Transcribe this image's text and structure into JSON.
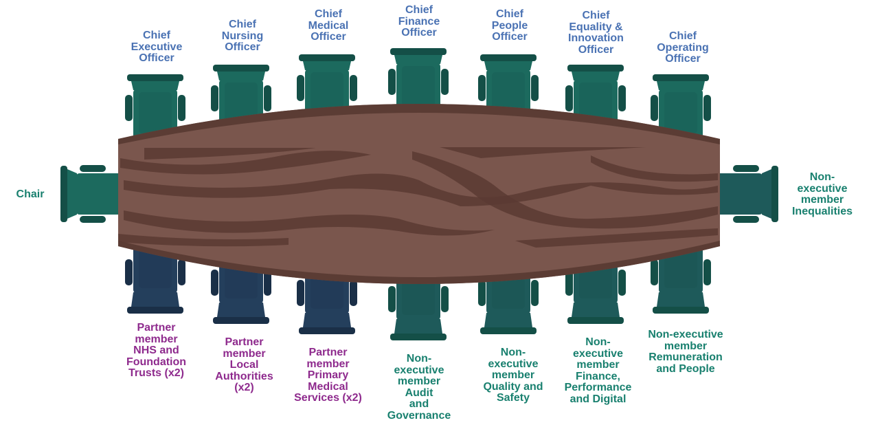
{
  "colors": {
    "table": "#7a564d",
    "table_edge": "#5b3c34",
    "table_grain": "#5a3a33",
    "chair_green": "#1c6a5e",
    "chair_green_dark": "#144f47",
    "chair_teal": "#1e5a5a",
    "chair_navy": "#243f5c",
    "chair_navy_dark": "#1a2f47",
    "label_blue": "#4a72b3",
    "label_purple": "#8e2a8d",
    "label_green": "#19806f"
  },
  "chair_icon": "office-chair-icon",
  "table_icon": "boardroom-table-icon",
  "chair_label": "Chair",
  "top_seats": [
    {
      "label": "Chief\nExecutive\nOfficer"
    },
    {
      "label": "Chief\nNursing\nOfficer"
    },
    {
      "label": "Chief\nMedical\nOfficer"
    },
    {
      "label": "Chief\nFinance\nOfficer"
    },
    {
      "label": "Chief\nPeople\nOfficer"
    },
    {
      "label": "Chief\nEquality &\nInnovation\nOfficer"
    },
    {
      "label": "Chief\nOperating\nOfficer"
    }
  ],
  "right_seat": {
    "label": "Non-\nexecutive\nmember\nInequalities"
  },
  "bottom_seats": [
    {
      "label": "Partner\nmember\nNHS and\nFoundation\nTrusts (x2)",
      "group": "partner"
    },
    {
      "label": "Partner\nmember\nLocal\nAuthorities\n(x2)",
      "group": "partner"
    },
    {
      "label": "Partner\nmember\nPrimary\nMedical\nServices (x2)",
      "group": "partner"
    },
    {
      "label": "Non-\nexecutive\nmember\nAudit\nand\nGovernance",
      "group": "non-executive"
    },
    {
      "label": "Non-\nexecutive\nmember\nQuality and\nSafety",
      "group": "non-executive"
    },
    {
      "label": "Non-\nexecutive\nmember\nFinance,\nPerformance\nand Digital",
      "group": "non-executive"
    },
    {
      "label": "Non-executive\nmember\nRemuneration\nand People",
      "group": "non-executive"
    }
  ]
}
